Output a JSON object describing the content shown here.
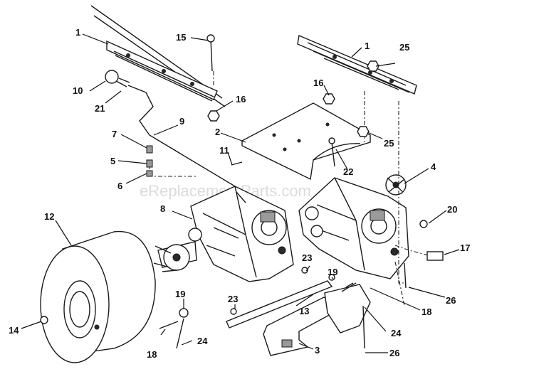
{
  "watermark": "eReplacementParts.com",
  "callouts": {
    "c1a": "1",
    "c1b": "1",
    "c2": "2",
    "c3": "3",
    "c4": "4",
    "c5": "5",
    "c6": "6",
    "c7": "7",
    "c8": "8",
    "c9": "9",
    "c10": "10",
    "c11": "11",
    "c12": "12",
    "c13": "13",
    "c14": "14",
    "c15": "15",
    "c16a": "16",
    "c16b": "16",
    "c17": "17",
    "c18a": "18",
    "c18b": "18",
    "c19a": "19",
    "c19b": "19",
    "c20": "20",
    "c21": "21",
    "c22": "22",
    "c23a": "23",
    "c23b": "23",
    "c24a": "24",
    "c24b": "24",
    "c25a": "25",
    "c25b": "25",
    "c26a": "26",
    "c26b": "26"
  }
}
